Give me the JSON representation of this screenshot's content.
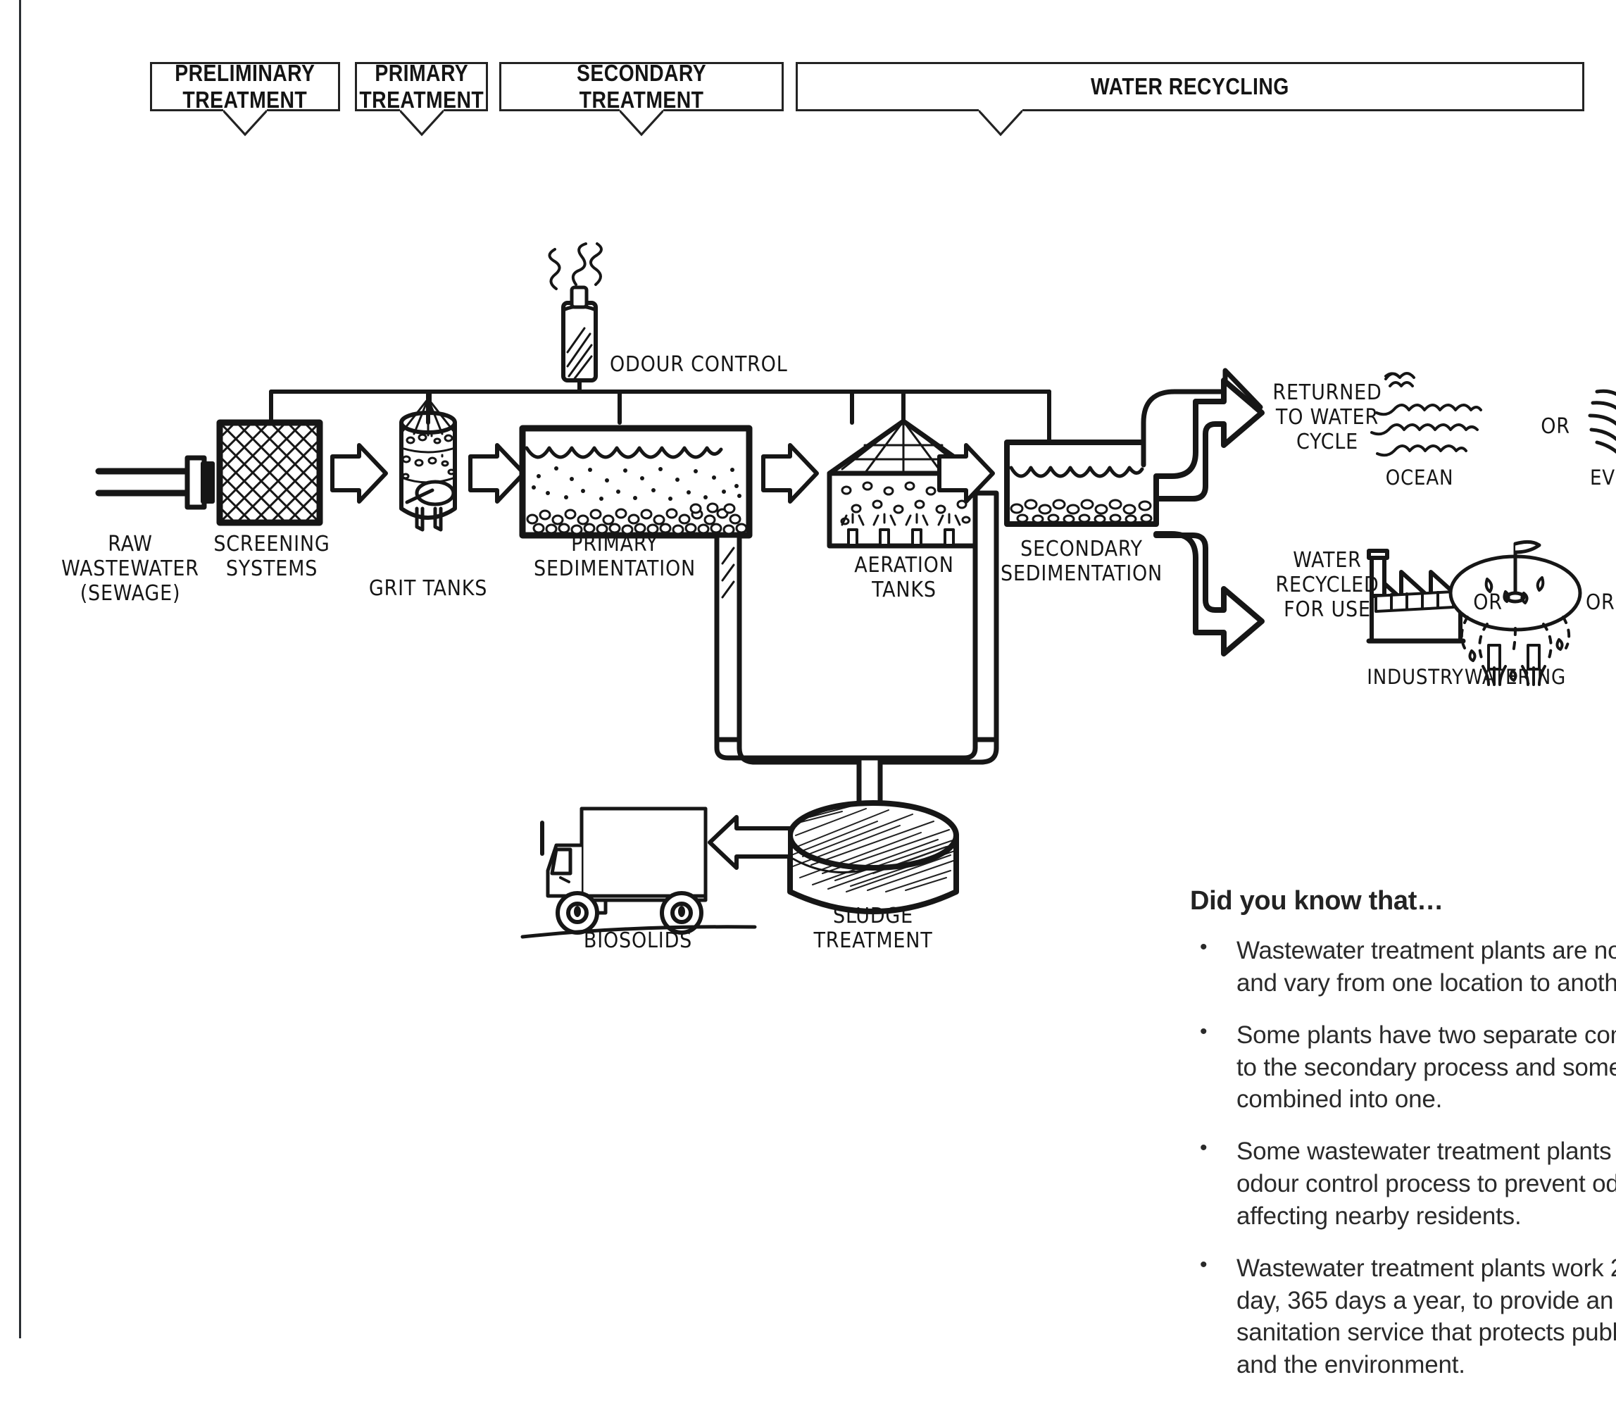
{
  "stages": [
    {
      "id": "preliminary",
      "label": "PRELIMINARY\nTREATMENT"
    },
    {
      "id": "primary",
      "label": "PRIMARY\nTREATMENT"
    },
    {
      "id": "secondary",
      "label": "SECONDARY\nTREATMENT"
    },
    {
      "id": "recycling",
      "label": "WATER RECYCLING"
    }
  ],
  "nodes": {
    "raw_wastewater": "RAW\nWASTEWATER\n(SEWAGE)",
    "screening_systems": "SCREENING\nSYSTEMS",
    "grit_tanks": "GRIT TANKS",
    "primary_sedimentation": "PRIMARY\nSEDIMENTATION",
    "aeration_tanks": "AERATION\nTANKS",
    "secondary_sedimentation": "SECONDARY\nSEDIMENTATION",
    "odour_control": "ODOUR CONTROL",
    "sludge_treatment": "SLUDGE\nTREATMENT",
    "biosolids": "BIOSOLIDS",
    "returned_to_water_cycle": "RETURNED\nTO WATER\nCYCLE",
    "water_recycled_for_use": "WATER\nRECYCLED\nFOR USE",
    "ocean": "OCEAN",
    "evaporation": "EV",
    "industry": "INDUSTRY",
    "watering": "WATERING",
    "or_1": "OR",
    "or_2": "OR",
    "or_3": "OR"
  },
  "did_you_know": {
    "heading": "Did you know that…",
    "bullets": [
      "Wastewater treatment plants are no\nand vary from one location to anoth",
      "Some plants have two separate com\nto the secondary process and some\ncombined into one.",
      "Some wastewater treatment plants\nodour control process to prevent od\naffecting nearby residents.",
      "Wastewater treatment plants work 2\nday, 365 days a year, to provide an in\nsanitation service that protects publ\nand the environment."
    ]
  },
  "colors": {
    "ink": "#161616",
    "rule": "#2b2f33",
    "paper": "#ffffff"
  }
}
